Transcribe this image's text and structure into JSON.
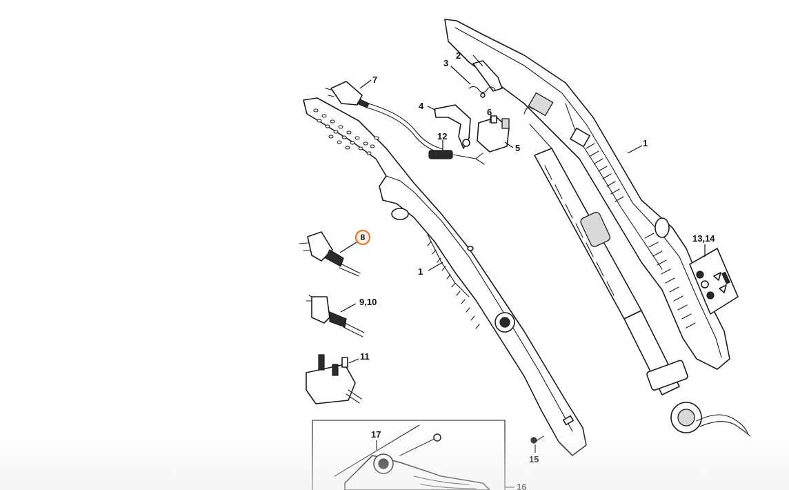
{
  "diagram": {
    "callouts": [
      {
        "id": "c1a",
        "label": "1"
      },
      {
        "id": "c1b",
        "label": "1"
      },
      {
        "id": "c2",
        "label": "2"
      },
      {
        "id": "c3",
        "label": "3"
      },
      {
        "id": "c4",
        "label": "4"
      },
      {
        "id": "c5",
        "label": "5"
      },
      {
        "id": "c6",
        "label": "6"
      },
      {
        "id": "c7",
        "label": "7"
      },
      {
        "id": "c8",
        "label": "8"
      },
      {
        "id": "c9_10",
        "label": "9,10"
      },
      {
        "id": "c11",
        "label": "11"
      },
      {
        "id": "c12",
        "label": "12"
      },
      {
        "id": "c13_14",
        "label": "13,14"
      },
      {
        "id": "c15",
        "label": "15"
      },
      {
        "id": "c16",
        "label": "16"
      },
      {
        "id": "c17",
        "label": "17"
      }
    ],
    "highlighted": "8",
    "highlight_color": "#e07a2e"
  }
}
